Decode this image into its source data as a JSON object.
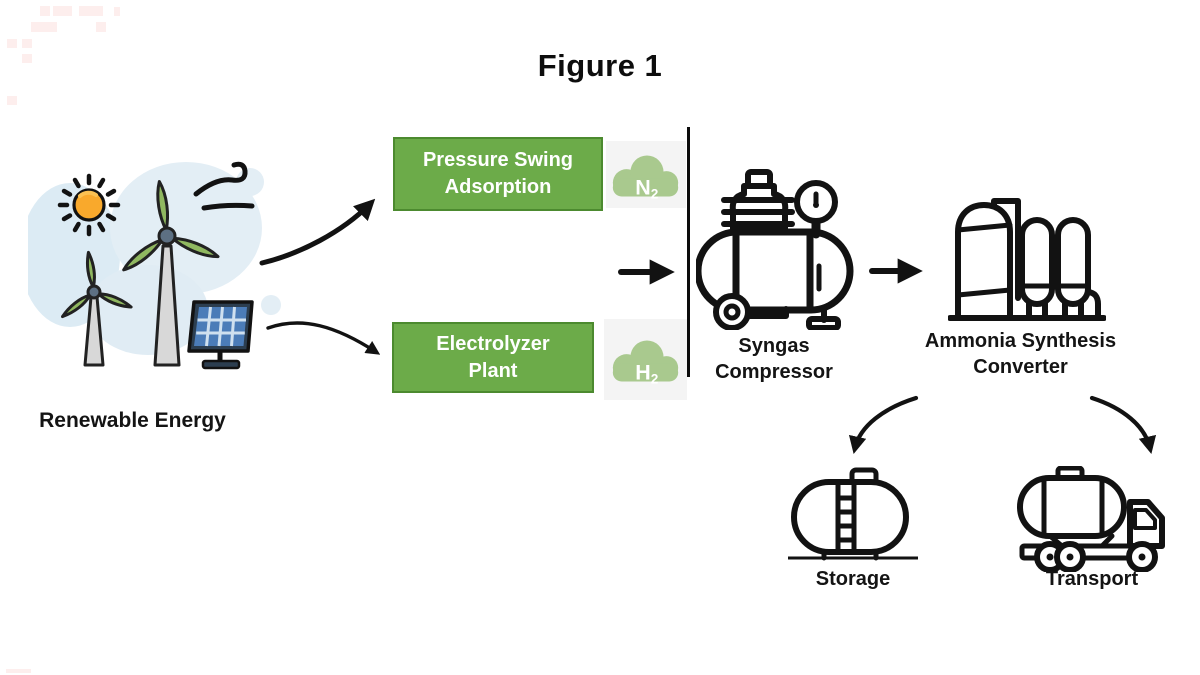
{
  "figure": {
    "title": "Figure 1"
  },
  "renewable": {
    "label": "Renewable Energy"
  },
  "psa": {
    "line1": "Pressure Swing",
    "line2": "Adsorption"
  },
  "electrolyzer": {
    "line1": "Electrolyzer",
    "line2": "Plant"
  },
  "n2": {
    "symbol": "N",
    "sub": "2"
  },
  "h2": {
    "symbol": "H",
    "sub": "2"
  },
  "compressor": {
    "line1": "Syngas",
    "line2": "Compressor"
  },
  "converter": {
    "line1": "Ammonia Synthesis",
    "line2": "Converter"
  },
  "storage": {
    "label": "Storage"
  },
  "transport": {
    "label": "Transport"
  },
  "colors": {
    "box_green": "#6cab49",
    "box_border": "#4c8a2f",
    "cloud_green": "#a9c98e",
    "ink": "#111111"
  }
}
